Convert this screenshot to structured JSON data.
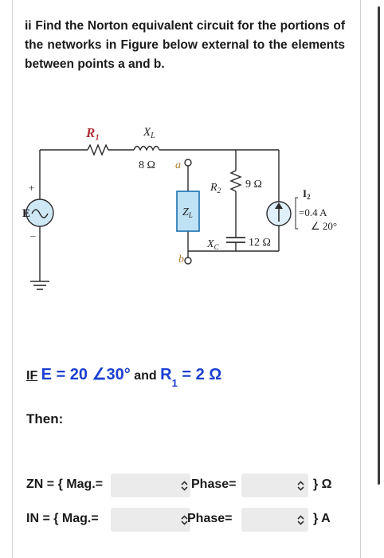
{
  "question": {
    "text": "ii Find the Norton equivalent circuit for the portions of the networks in Figure below external to the elements between points a and b."
  },
  "circuit": {
    "r1": "R₁",
    "xl": "X",
    "xl_sub": "L",
    "xl_value": "8 Ω",
    "point_a": "a",
    "point_b": "b",
    "zl": "Z",
    "zl_sub": "L",
    "r2": "R",
    "r2_sub": "2",
    "r2_value": "9 Ω",
    "xc": "X",
    "xc_sub": "C",
    "xc_value": "12 Ω",
    "source_e": "E",
    "plus": "+",
    "minus": "–",
    "i2": "I",
    "i2_sub": "2",
    "i2_mag": "=0.4 A",
    "i2_angle": "∠ 20°"
  },
  "condition": {
    "if": "IF",
    "e_expr": "E = 20 ∠30°",
    "and": "and",
    "r_label": "R",
    "r_sub": "1",
    "r_value": "= 2 Ω"
  },
  "then": "Then:",
  "answers": [
    {
      "prefix": "ZN = { Mag.=",
      "phase_label": "Phase=",
      "unit": "} Ω"
    },
    {
      "prefix": "IN = { Mag.=",
      "phase_label": "Phase=",
      "unit": "} A"
    }
  ]
}
